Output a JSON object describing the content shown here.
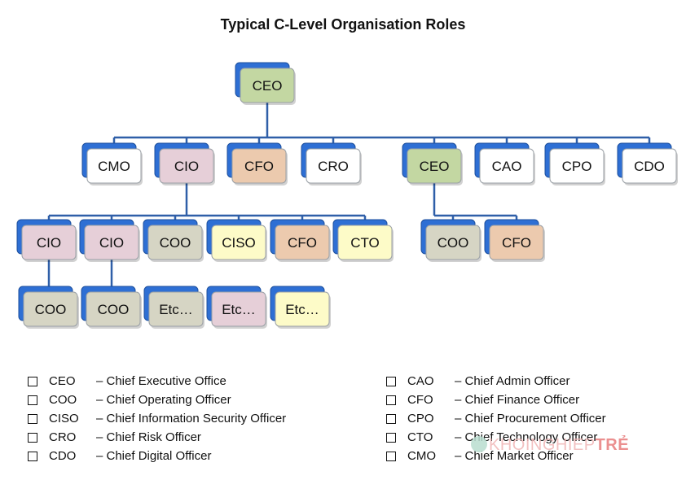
{
  "title": "Typical C-Level Organisation Roles",
  "colors": {
    "green": "#c3d7a2",
    "pink": "#e6cfd8",
    "peach": "#eccaae",
    "yellow": "#fdfbc8",
    "white": "#ffffff",
    "grey": "#d6d5c4",
    "backbox": "#2e6fd4",
    "connector": "#2f5fa8"
  },
  "nodes": [
    {
      "id": "ceo-top",
      "label": "CEO",
      "color": "green"
    },
    {
      "id": "cmo",
      "label": "CMO",
      "color": "white"
    },
    {
      "id": "cio",
      "label": "CIO",
      "color": "pink"
    },
    {
      "id": "cfo",
      "label": "CFO",
      "color": "peach"
    },
    {
      "id": "cro",
      "label": "CRO",
      "color": "white"
    },
    {
      "id": "ceo-2",
      "label": "CEO",
      "color": "green"
    },
    {
      "id": "cao",
      "label": "CAO",
      "color": "white"
    },
    {
      "id": "cpo",
      "label": "CPO",
      "color": "white"
    },
    {
      "id": "cdo",
      "label": "CDO",
      "color": "white"
    },
    {
      "id": "cio-a",
      "label": "CIO",
      "color": "pink"
    },
    {
      "id": "cio-b",
      "label": "CIO",
      "color": "pink"
    },
    {
      "id": "coo-a",
      "label": "COO",
      "color": "grey"
    },
    {
      "id": "ciso",
      "label": "CISO",
      "color": "yellow"
    },
    {
      "id": "cfo-b",
      "label": "CFO",
      "color": "peach"
    },
    {
      "id": "cto",
      "label": "CTO",
      "color": "yellow"
    },
    {
      "id": "coo-r",
      "label": "COO",
      "color": "grey"
    },
    {
      "id": "cfo-r",
      "label": "CFO",
      "color": "peach"
    },
    {
      "id": "coo-1",
      "label": "COO",
      "color": "grey"
    },
    {
      "id": "coo-2",
      "label": "COO",
      "color": "grey"
    },
    {
      "id": "etc-1",
      "label": "Etc…",
      "color": "grey"
    },
    {
      "id": "etc-2",
      "label": "Etc…",
      "color": "pink"
    },
    {
      "id": "etc-3",
      "label": "Etc…",
      "color": "yellow"
    }
  ],
  "legend": {
    "left": [
      {
        "abbr": "CEO",
        "desc": "– Chief  Executive  Office"
      },
      {
        "abbr": "COO",
        "desc": "– Chief  Operating Officer"
      },
      {
        "abbr": "CISO",
        "desc": "– Chief  Information Security Officer"
      },
      {
        "abbr": "CRO",
        "desc": "– Chief  Risk Officer"
      },
      {
        "abbr": "CDO",
        "desc": "– Chief  Digital Officer"
      }
    ],
    "right": [
      {
        "abbr": "CAO",
        "desc": "– Chief  Admin Officer"
      },
      {
        "abbr": "CFO",
        "desc": "– Chief  Finance Officer"
      },
      {
        "abbr": "CPO",
        "desc": "– Chief  Procurement  Officer"
      },
      {
        "abbr": "CTO",
        "desc": "– Chief  Technology Officer"
      },
      {
        "abbr": "CMO",
        "desc": "– Chief  Market Officer"
      }
    ]
  },
  "watermark": {
    "main": "KHOINGHIEP",
    "accent": "TRẺ"
  }
}
